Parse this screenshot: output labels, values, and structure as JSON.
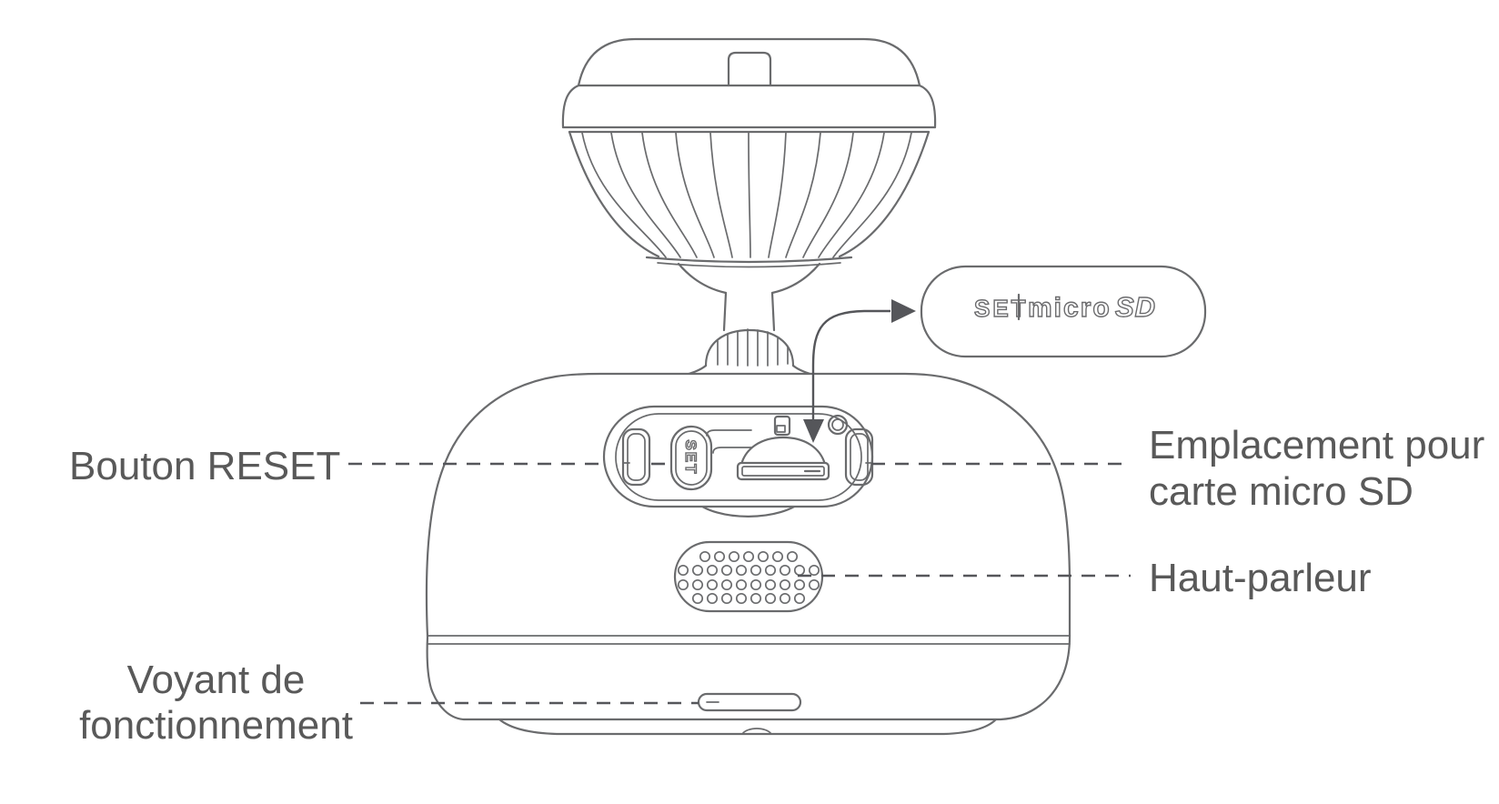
{
  "diagram": {
    "labels": {
      "reset": "Bouton RESET",
      "sd_line1": "Emplacement pour",
      "sd_line2": "carte micro SD",
      "speaker": "Haut-parleur",
      "led_line1": "Voyant de",
      "led_line2": "fonctionnement"
    },
    "callout": {
      "set": "SET",
      "micro": "micro",
      "sd": "SD"
    },
    "panel": {
      "set_button": "SET"
    },
    "colors": {
      "line": "#6a6b6d",
      "text": "#595959",
      "arrow": "#55565a",
      "background": "#ffffff"
    }
  }
}
